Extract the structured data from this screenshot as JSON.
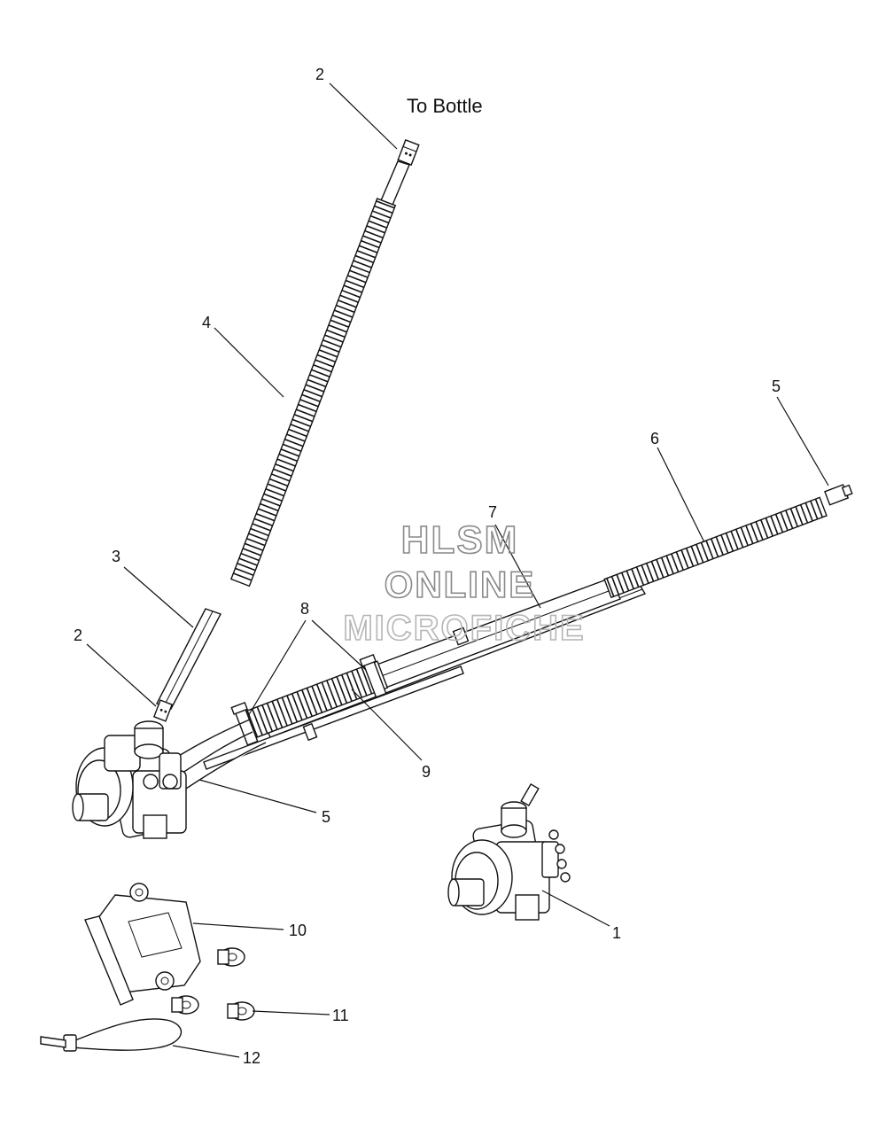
{
  "caption": "To Bottle",
  "watermark": {
    "line1": "HLSM",
    "line2": "ONLINE",
    "line3": "MICROFICHE"
  },
  "callouts": [
    {
      "id": "c2-top",
      "label": "2"
    },
    {
      "id": "c4",
      "label": "4"
    },
    {
      "id": "c3",
      "label": "3"
    },
    {
      "id": "c2-low",
      "label": "2"
    },
    {
      "id": "c8",
      "label": "8"
    },
    {
      "id": "c7",
      "label": "7"
    },
    {
      "id": "c6",
      "label": "6"
    },
    {
      "id": "c5-right",
      "label": "5"
    },
    {
      "id": "c9",
      "label": "9"
    },
    {
      "id": "c5-low",
      "label": "5"
    },
    {
      "id": "c1",
      "label": "1"
    },
    {
      "id": "c10",
      "label": "10"
    },
    {
      "id": "c11",
      "label": "11"
    },
    {
      "id": "c12",
      "label": "12"
    }
  ]
}
